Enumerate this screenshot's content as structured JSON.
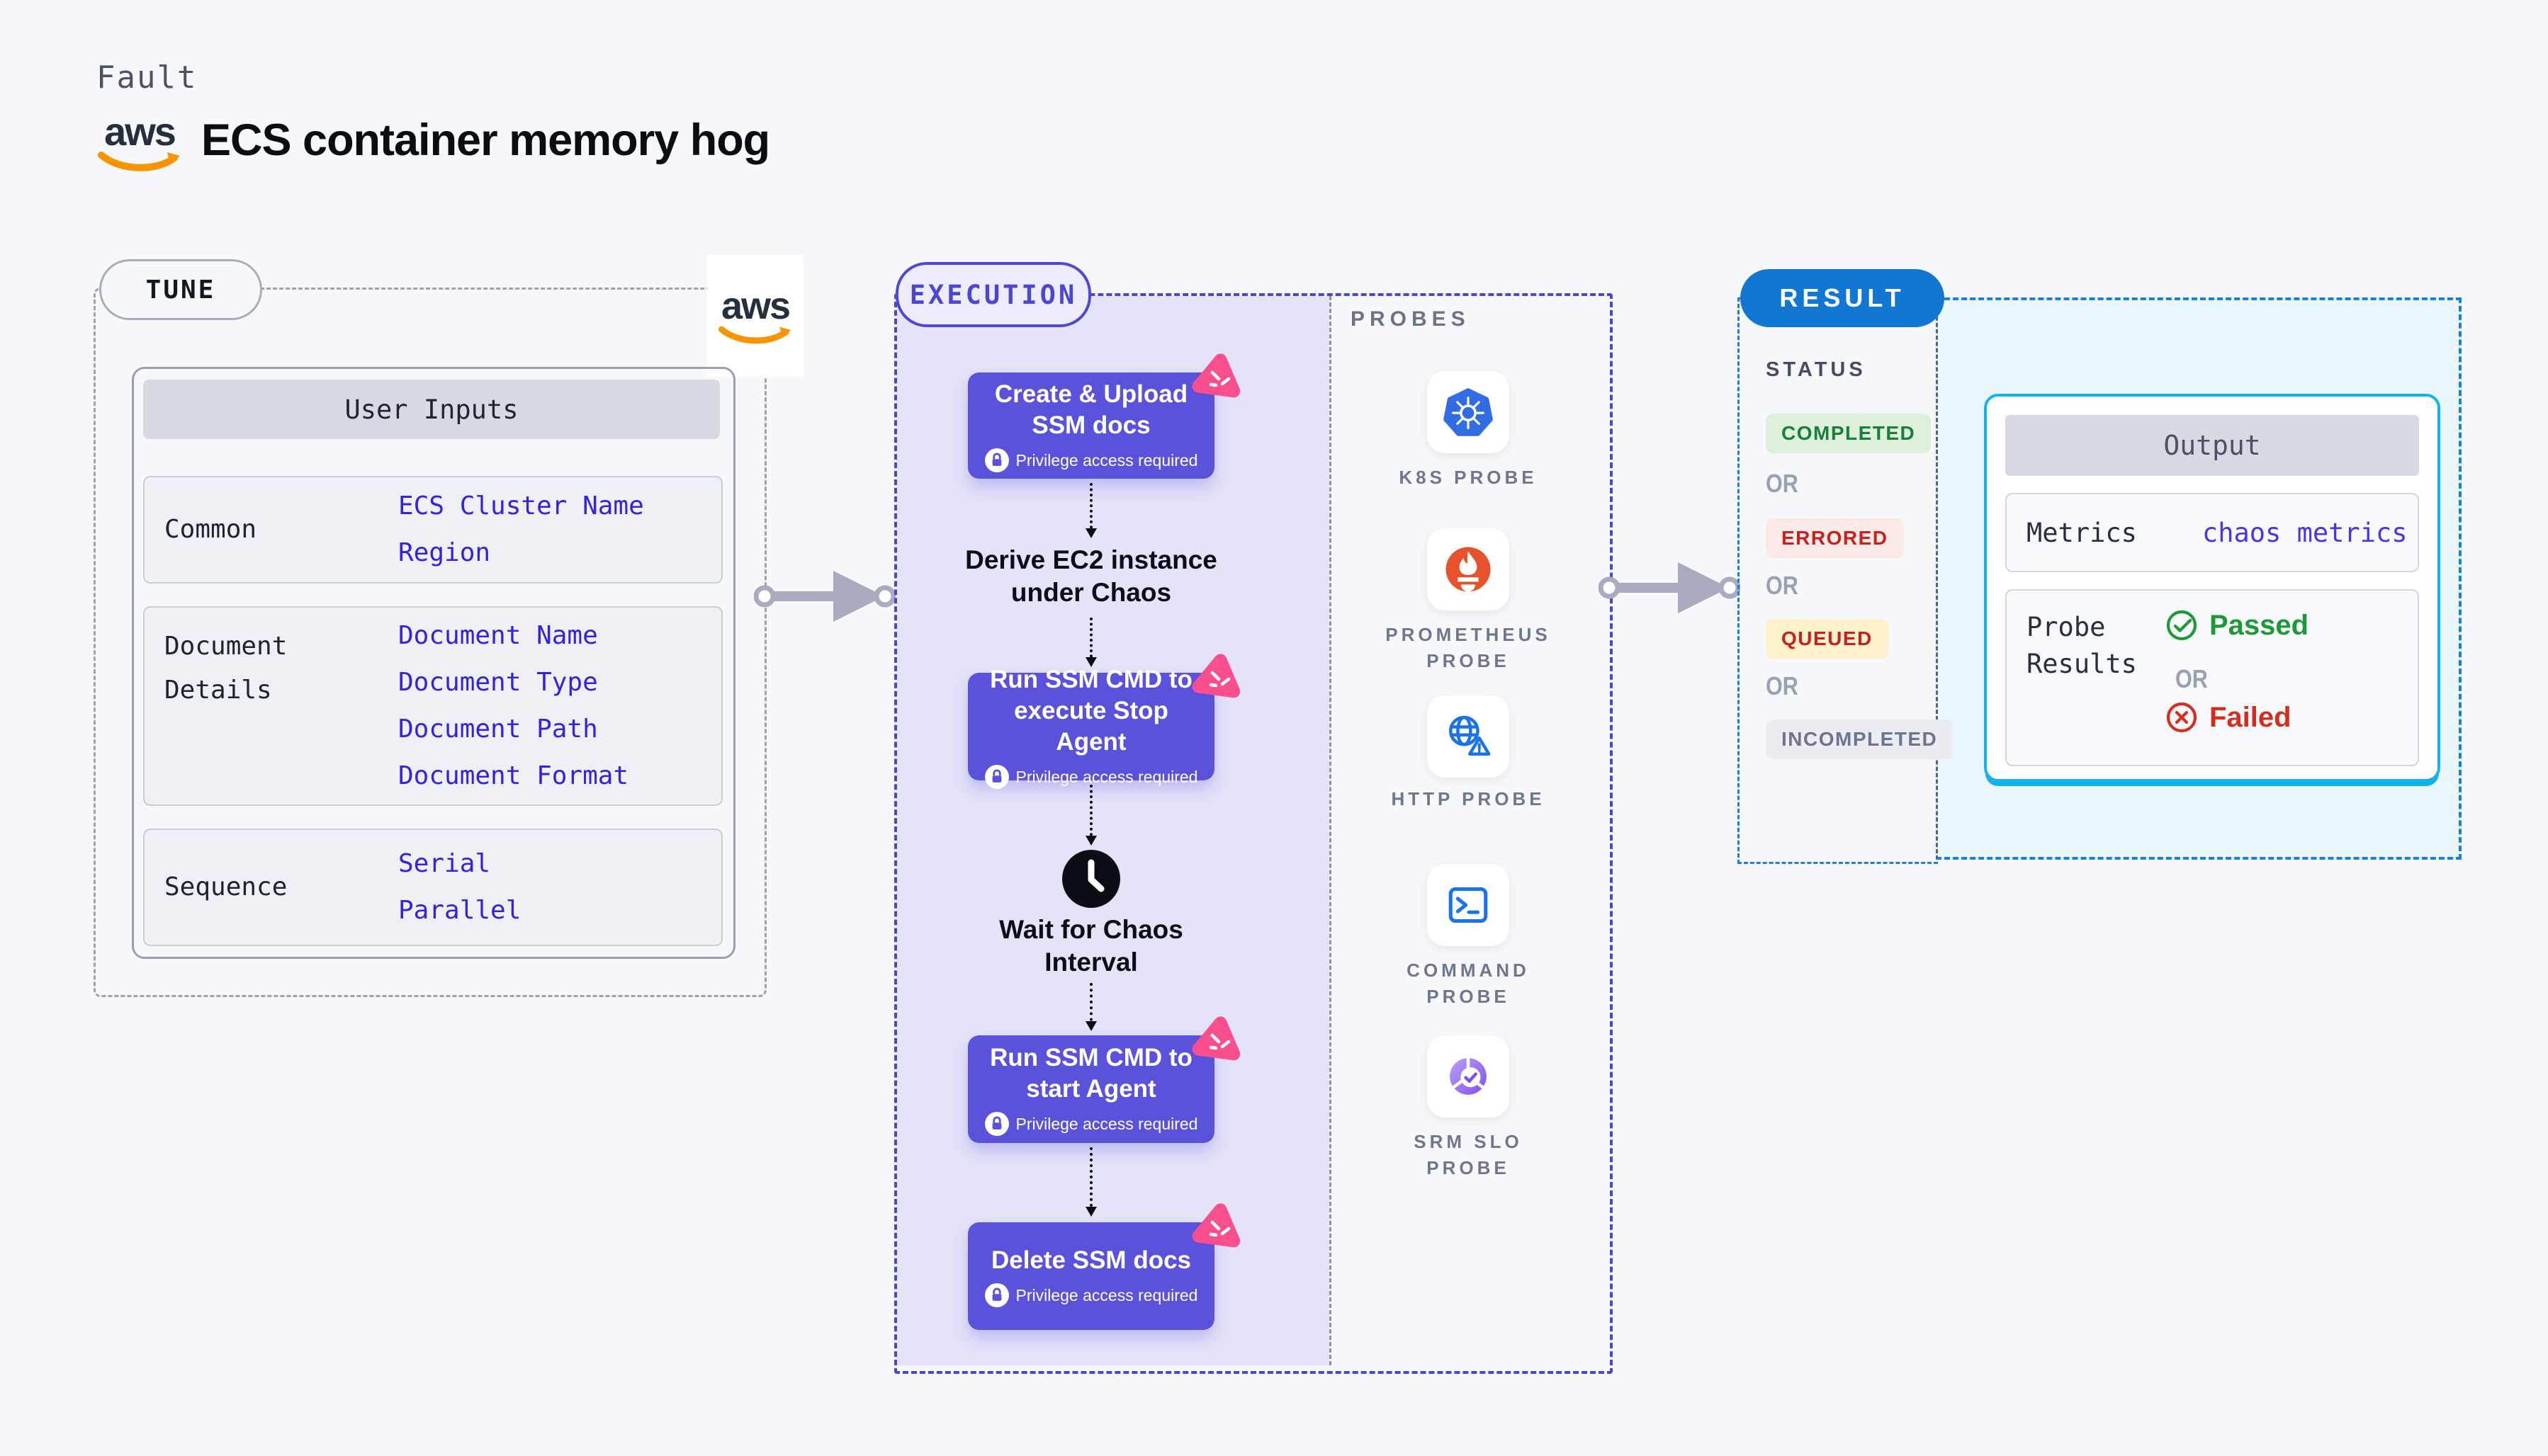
{
  "header": {
    "fault_label": "Fault",
    "title": "ECS container memory hog",
    "aws_logo_text": "aws"
  },
  "tune": {
    "pill": "TUNE",
    "aws_logo_text": "aws",
    "table": {
      "header": "User Inputs",
      "rows": [
        {
          "label": "Common",
          "links": [
            "ECS Cluster Name",
            "Region"
          ]
        },
        {
          "label": "Document Details",
          "links": [
            "Document Name",
            "Document Type",
            "Document Path",
            "Document Format"
          ]
        },
        {
          "label": "Sequence",
          "links": [
            "Serial",
            "Parallel"
          ]
        }
      ]
    }
  },
  "execution": {
    "pill": "EXECUTION",
    "flow": [
      {
        "type": "action",
        "title": "Create & Upload SSM docs",
        "badge": "Privilege access required"
      },
      {
        "type": "text",
        "title": "Derive EC2 instance under Chaos"
      },
      {
        "type": "action",
        "title": "Run SSM CMD to execute Stop Agent",
        "badge": "Privilege access required"
      },
      {
        "type": "wait",
        "title": "Wait for Chaos Interval"
      },
      {
        "type": "action",
        "title": "Run SSM CMD to start Agent",
        "badge": "Privilege access required"
      },
      {
        "type": "action",
        "title": "Delete SSM docs",
        "badge": "Privilege access required"
      }
    ]
  },
  "probes": {
    "heading": "PROBES",
    "items": [
      {
        "label": "K8S PROBE",
        "icon": "kubernetes-icon"
      },
      {
        "label": "PROMETHEUS PROBE",
        "icon": "prometheus-icon"
      },
      {
        "label": "HTTP PROBE",
        "icon": "http-globe-icon"
      },
      {
        "label": "COMMAND PROBE",
        "icon": "terminal-icon"
      },
      {
        "label": "SRM SLO PROBE",
        "icon": "srm-slo-icon"
      }
    ]
  },
  "result": {
    "pill": "RESULT",
    "status_heading": "STATUS",
    "or_label": "OR",
    "statuses": [
      {
        "label": "COMPLETED",
        "style": "background:#def0dc;color:#188038;"
      },
      {
        "label": "ERRORED",
        "style": "background:#fceae8;color:#c5221f;"
      },
      {
        "label": "QUEUED",
        "style": "background:#fdf2cc;color:#c5221f;"
      },
      {
        "label": "INCOMPLETED",
        "style": "background:#ecedf3;color:#6b7490;"
      }
    ],
    "output": {
      "header": "Output",
      "metrics_label": "Metrics",
      "metrics_value": "chaos metrics",
      "probe_results_label": "Probe Results",
      "passed": "Passed",
      "failed": "Failed"
    }
  },
  "colors": {
    "page_bg": "#f7f8fb",
    "step_purple": "#5a52da",
    "execution_lavender": "#e4e3f9",
    "execution_border": "#4a47cf",
    "pink_badge": "#f94f8e",
    "result_blue": "#1277d3",
    "output_cyan_border": "#12b4e9",
    "output_bg": "#e9f6fc",
    "link_blue": "#3123df",
    "passed_green": "#1d9a35",
    "failed_red": "#d52e1e",
    "aws_orange": "#f79400",
    "kubernetes_blue": "#326ce5",
    "prometheus_orange": "#e6522c"
  }
}
